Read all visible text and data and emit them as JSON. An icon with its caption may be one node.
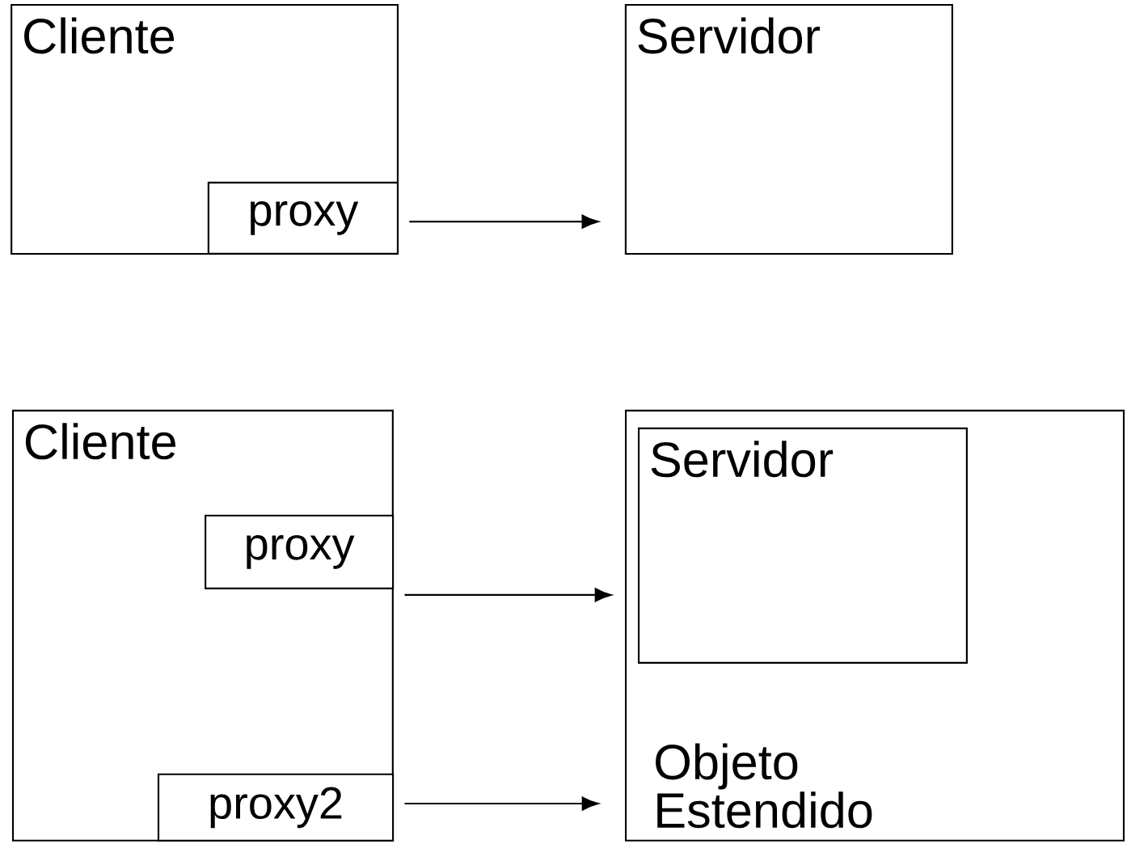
{
  "diagram": {
    "nodes": [
      {
        "text": [
          "Cliente"
        ]
      },
      {
        "text": [
          "proxy"
        ],
        "in": 0
      },
      {
        "text": [
          "Servidor"
        ]
      },
      {
        "text": [
          "Cliente"
        ]
      },
      {
        "text": [
          "proxy"
        ],
        "in": 3
      },
      {
        "text": [
          "proxy2"
        ],
        "in": 3
      },
      {
        "text": [
          "Objeto Estendido"
        ]
      },
      {
        "text": [
          "Servidor"
        ],
        "in": 6
      }
    ],
    "edges": [
      {
        "from": 1,
        "to": 2,
        "arrow": "to"
      },
      {
        "from": 4,
        "to": 7,
        "arrow": "to"
      },
      {
        "from": 5,
        "to": 6,
        "arrow": "to"
      }
    ]
  }
}
